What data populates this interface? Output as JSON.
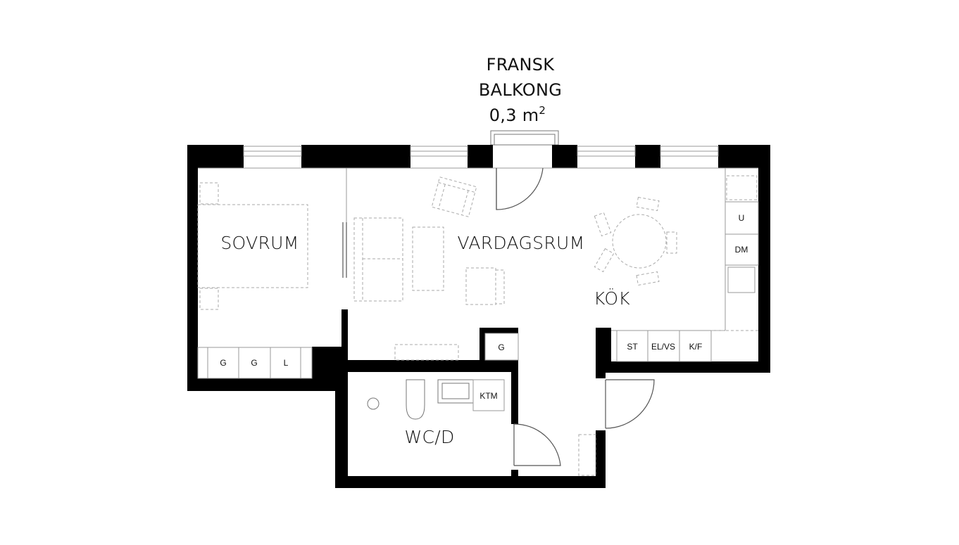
{
  "balcony": {
    "line1": "FRANSK",
    "line2": "BALKONG",
    "area": "0,3 m",
    "area_sup": "2"
  },
  "rooms": {
    "sovrum": "SOVRUM",
    "vardagsrum": "VARDAGSRUM",
    "kok": "KÖK",
    "wc": "WC/D"
  },
  "appliances": {
    "g1": "G",
    "g2": "G",
    "l": "L",
    "g_closet": "G",
    "ktm": "KTM",
    "u": "U",
    "dm": "DM",
    "st": "ST",
    "el_vs": "EL/VS",
    "kf": "K/F"
  },
  "colors": {
    "wall": "#000000",
    "background": "#ffffff"
  }
}
